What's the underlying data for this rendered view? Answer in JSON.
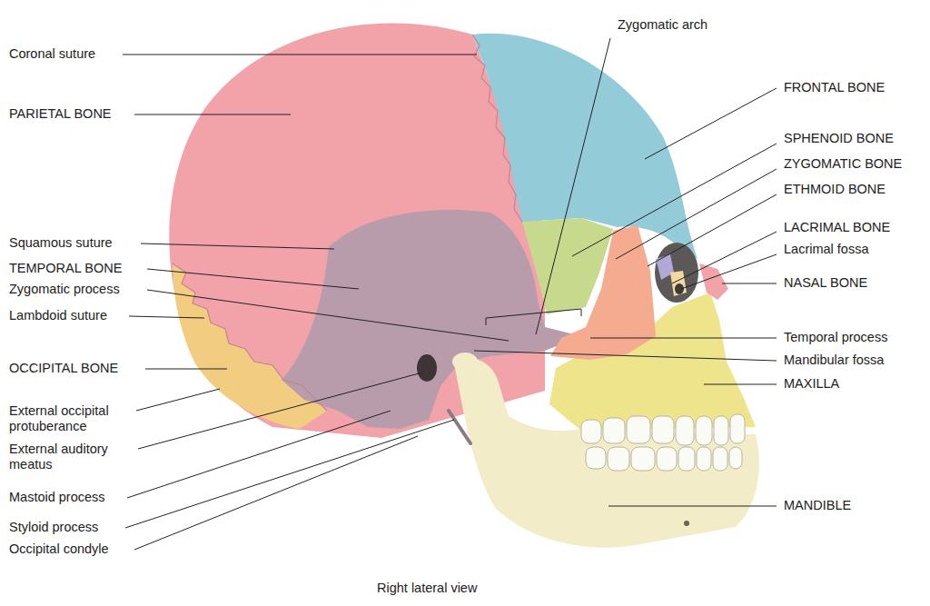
{
  "diagram": {
    "caption": "Right lateral view",
    "labels": [
      "Coronal suture",
      "PARIETAL BONE",
      "Squamous suture",
      "TEMPORAL BONE",
      "Zygomatic process",
      "Lambdoid suture",
      "OCCIPITAL BONE",
      "External occipital protuberance",
      "External auditory meatus",
      "Mastoid process",
      "Styloid process",
      "Occipital condyle",
      "Zygomatic arch",
      "FRONTAL BONE",
      "SPHENOID BONE",
      "ZYGOMATIC BONE",
      "ETHMOID BONE",
      "LACRIMAL BONE",
      "Lacrimal fossa",
      "NASAL BONE",
      "Temporal process",
      "Mandibular fossa",
      "MAXILLA",
      "MANDIBLE"
    ]
  }
}
